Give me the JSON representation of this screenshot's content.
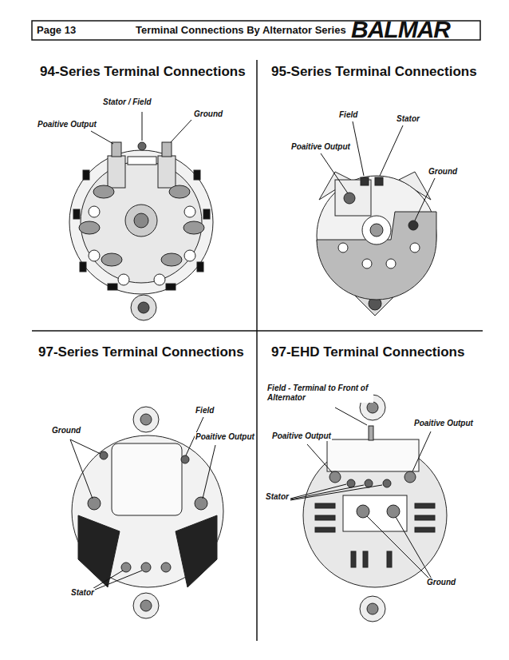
{
  "diagram": {
    "title": "Terminal Connections By Alternator Series",
    "labels": [
      "Page 13",
      "BALMAR",
      "94-Series Terminal Connections",
      "Stator / Field",
      "Ground",
      "Poaitive Output",
      "95-Series Terminal Connections",
      "Field",
      "Stator",
      "Poaitive Output",
      "Ground",
      "97-Series Terminal Connections",
      "Field",
      "Ground",
      "Poaitive Output",
      "Stator",
      "97-EHD Terminal Connections",
      "Field - Terminal to Front of Alternator",
      "Poaitive Output",
      "Poaitive Output",
      "Stator",
      "Ground"
    ]
  }
}
